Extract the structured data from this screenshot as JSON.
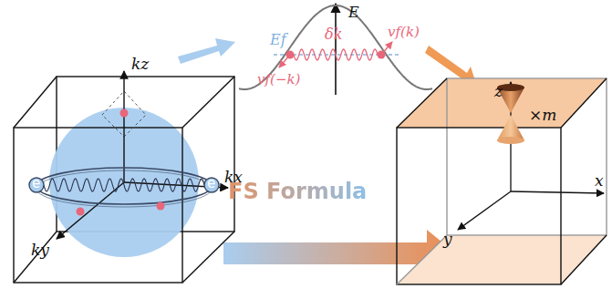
{
  "diagram": {
    "labels": [
      "kz",
      "kx",
      "ky",
      "e",
      "e",
      "E",
      "Ef",
      "δk",
      "vf(−k)",
      "vf(k)",
      "FS Formula",
      "×m",
      "z",
      "x",
      "y"
    ]
  }
}
